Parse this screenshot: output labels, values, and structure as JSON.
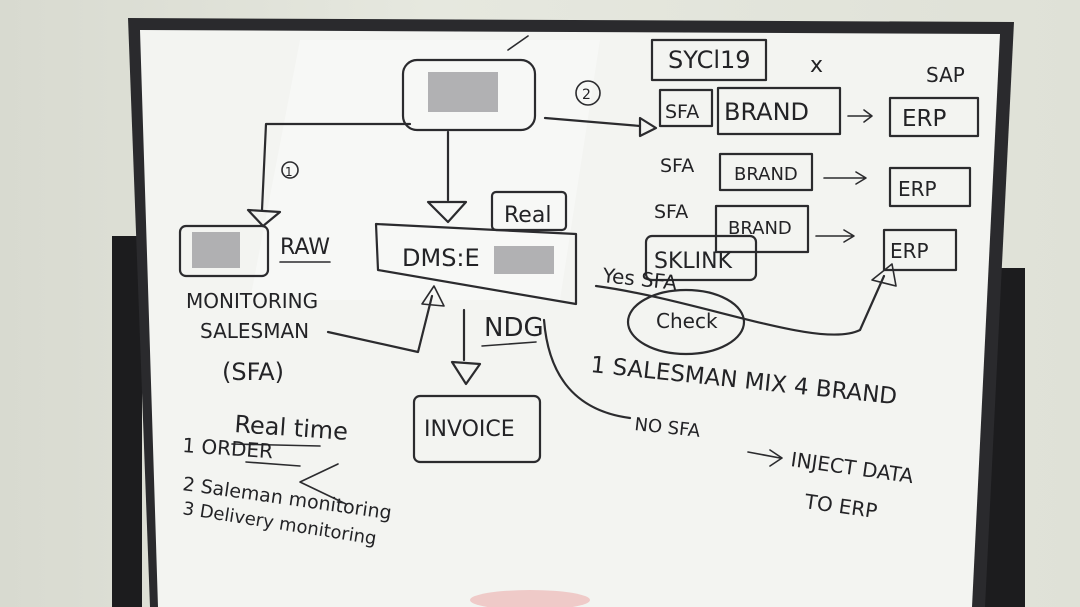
{
  "board": {
    "top_labels": {
      "syclia": "SYCl19",
      "x_mark": "x",
      "sap": "SAP",
      "step2": "2"
    },
    "rows": [
      {
        "sfa": "SFA",
        "brand": "BRAND",
        "erp": "ERP"
      },
      {
        "sfa": "SFA",
        "brand": "BRAND",
        "erp": "ERP"
      },
      {
        "sfa": "SFA",
        "brand": "BRAND",
        "erp": "ERP"
      }
    ],
    "sklink": "SKLINK",
    "yes_sfa": "Yes SFA",
    "check": "Check",
    "left": {
      "step1": "1",
      "raw": "RAW",
      "monitoring": "MONITORING",
      "salesman": "SALESMAN",
      "sfa": "(SFA)"
    },
    "center": {
      "real": "Real",
      "dms": "DMS:E",
      "ndg": "NDG",
      "invoice": "INVOICE"
    },
    "right_notes": {
      "salesman_mix": "1 SALESMAN MIX 4 BRAND",
      "no_sfa": "NO SFA",
      "inject_data": "INJECT DATA",
      "to_erp": "TO ERP"
    },
    "realtime": {
      "title": "Real time",
      "item1": "1 ORDER",
      "item2": "2 Saleman monitoring",
      "item3": "3 Delivery monitoring"
    }
  }
}
